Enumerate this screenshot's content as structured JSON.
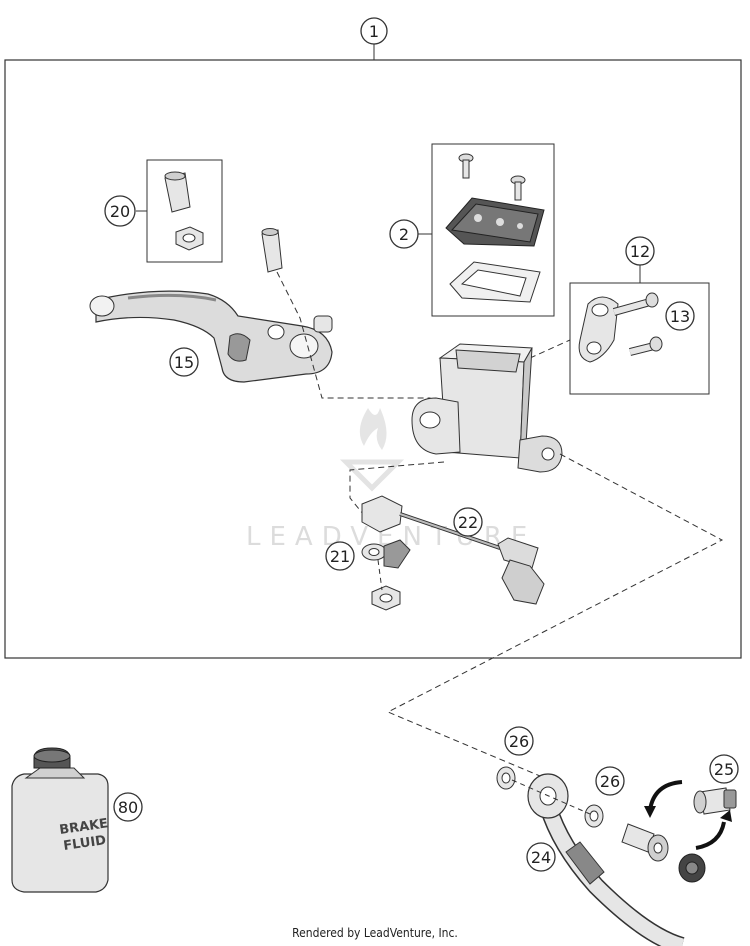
{
  "callouts": {
    "c1": "1",
    "c2": "2",
    "c12": "12",
    "c13": "13",
    "c15": "15",
    "c20": "20",
    "c21": "21",
    "c22": "22",
    "c24": "24",
    "c25": "25",
    "c26a": "26",
    "c26b": "26",
    "c80": "80"
  },
  "can_label": {
    "line1": "BRAKE",
    "line2": "FLUID"
  },
  "watermark": "LEADVENTURE",
  "footer": "Rendered by LeadVenture, Inc.",
  "colors": {
    "line": "#333333",
    "part_fill": "#e6e6e6",
    "part_shade": "#bdbdbd",
    "watermark": "#d9d9d9"
  }
}
